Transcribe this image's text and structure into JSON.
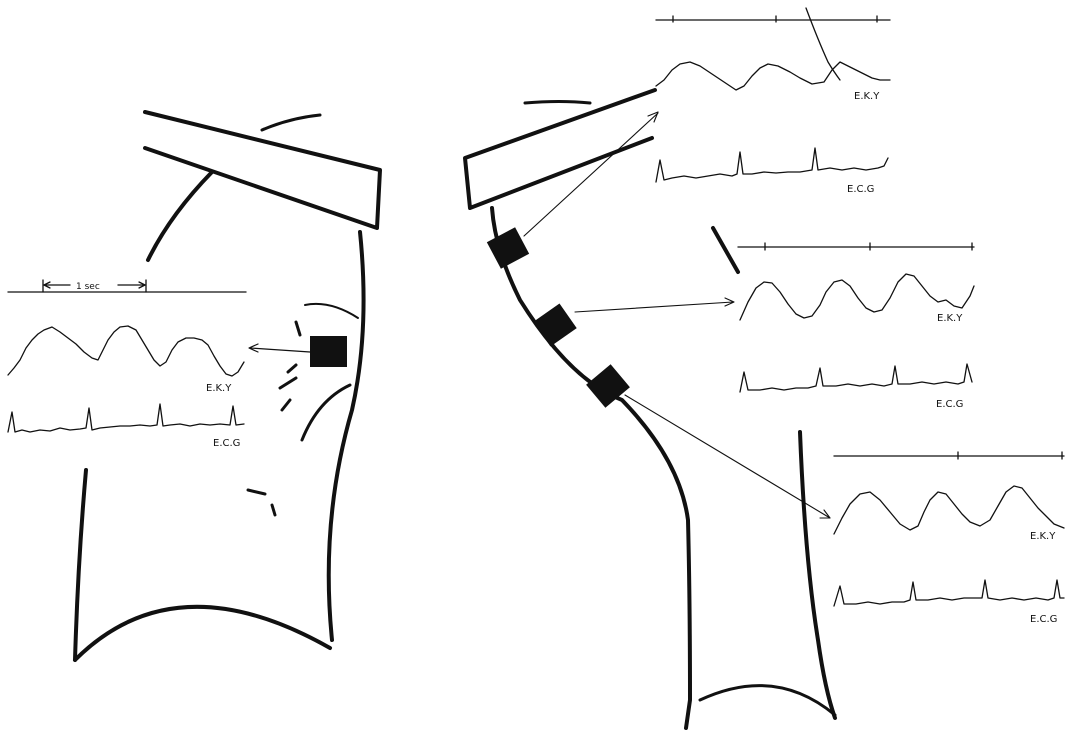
{
  "time_scale_label": "1 sec",
  "labels": {
    "eky": "E.K.Y",
    "ecg": "E.C.G"
  },
  "ink_color": "#111111",
  "background": "#ffffff",
  "panels": [
    {
      "id": "front-view",
      "traces": [
        "eky",
        "ecg"
      ]
    },
    {
      "id": "lateral-top",
      "traces": [
        "eky",
        "ecg"
      ]
    },
    {
      "id": "lateral-middle",
      "traces": [
        "eky",
        "ecg"
      ]
    },
    {
      "id": "lateral-bottom",
      "traces": [
        "eky",
        "ecg"
      ]
    }
  ]
}
